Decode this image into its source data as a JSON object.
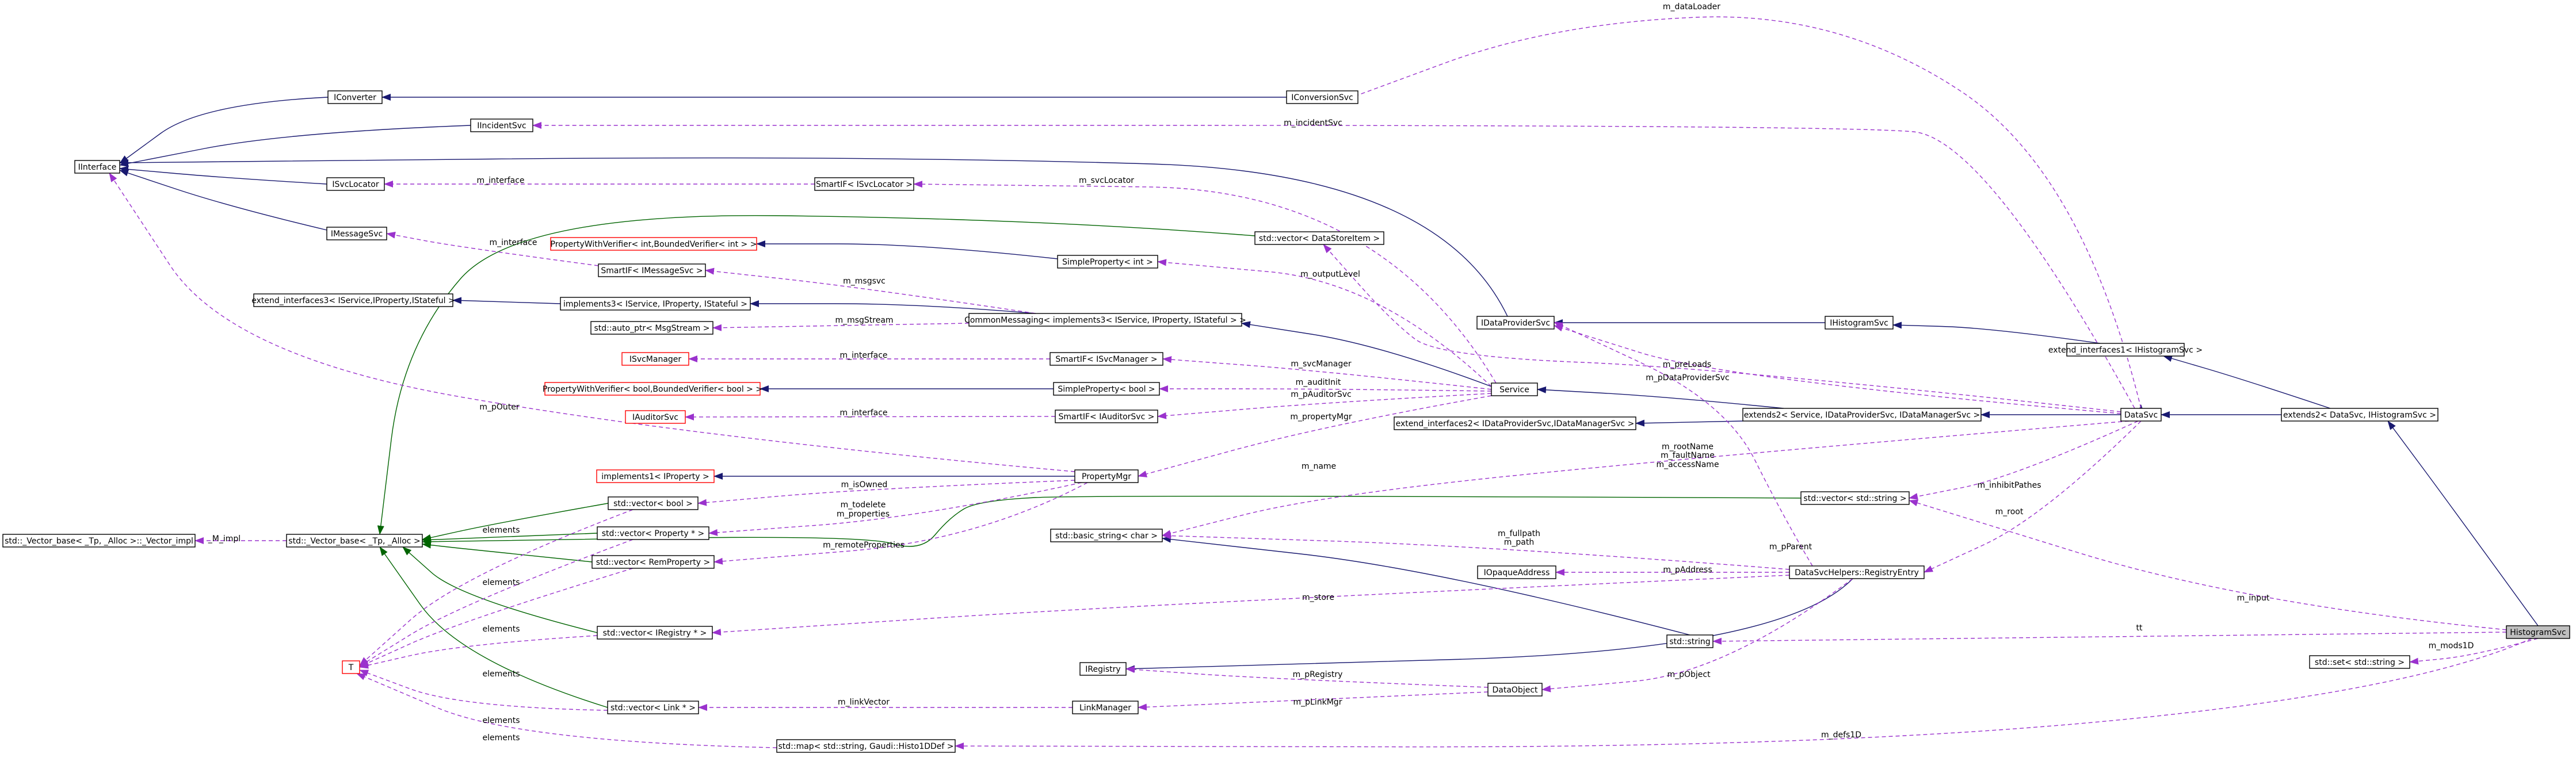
{
  "colors": {
    "node_border": "#000000",
    "node_border_undocumented": "#ff0000",
    "node_fill": "#ffffff",
    "focus_fill": "#bfbfbf",
    "inheritance": "#191970",
    "template": "#006400",
    "usage": "#9a32cd",
    "text": "#000000"
  },
  "nodes": [
    {
      "id": "histogramsvc",
      "label": "HistogramSvc",
      "focus": true
    },
    {
      "id": "extends2",
      "label": "extends2< DataSvc, IHistogramSvc >"
    },
    {
      "id": "datasvc",
      "label": "DataSvc"
    },
    {
      "id": "extend_interfaces1",
      "label": "extend_interfaces1< IHistogramSvc >"
    },
    {
      "id": "ihistogramsvc",
      "label": "IHistogramSvc"
    },
    {
      "id": "idataprovidersvc",
      "label": "IDataProviderSvc"
    },
    {
      "id": "extends2svc",
      "label": "extends2< Service, IDataProviderSvc, IDataManagerSvc >"
    },
    {
      "id": "extend_interfaces2",
      "label": "extend_interfaces2< IDataProviderSvc,IDataManagerSvc >"
    },
    {
      "id": "service",
      "label": "Service"
    },
    {
      "id": "commonmessaging",
      "label": "CommonMessaging< implements3< IService, IProperty, IStateful > >"
    },
    {
      "id": "implements3",
      "label": "implements3< IService, IProperty, IStateful >"
    },
    {
      "id": "extend_interfaces3",
      "label": "extend_interfaces3< IService,IProperty,IStateful >"
    },
    {
      "id": "iinterface",
      "label": "IInterface"
    },
    {
      "id": "iconverter",
      "label": "IConverter"
    },
    {
      "id": "iincidentsvc",
      "label": "IIncidentSvc"
    },
    {
      "id": "isvclocator",
      "label": "ISvcLocator"
    },
    {
      "id": "imessagesvc",
      "label": "IMessageSvc"
    },
    {
      "id": "iconversionsvc",
      "label": "IConversionSvc"
    },
    {
      "id": "smartif_isvclocator",
      "label": "SmartIF< ISvcLocator >"
    },
    {
      "id": "vector_datastoreitem",
      "label": "std::vector< DataStoreItem >"
    },
    {
      "id": "propertywithverifier_int",
      "label": "PropertyWithVerifier< int,BoundedVerifier< int > >",
      "undocumented": true
    },
    {
      "id": "simpleproperty_int",
      "label": "SimpleProperty< int >"
    },
    {
      "id": "smartif_imessagesvc",
      "label": "SmartIF< IMessageSvc >"
    },
    {
      "id": "auto_ptr",
      "label": "std::auto_ptr< MsgStream >"
    },
    {
      "id": "isvcmanager",
      "label": "ISvcManager",
      "undocumented": true
    },
    {
      "id": "smartif_isvcmanager",
      "label": "SmartIF< ISvcManager >"
    },
    {
      "id": "propertywithverifier_bool",
      "label": "PropertyWithVerifier< bool,BoundedVerifier< bool > >",
      "undocumented": true
    },
    {
      "id": "simpleproperty_bool",
      "label": "SimpleProperty< bool >"
    },
    {
      "id": "iauditorsvc",
      "label": "IAuditorSvc",
      "undocumented": true
    },
    {
      "id": "smartif_iauditorsvc",
      "label": "SmartIF< IAuditorSvc >"
    },
    {
      "id": "implements1",
      "label": "implements1< IProperty >",
      "undocumented": true
    },
    {
      "id": "propertymgr",
      "label": "PropertyMgr"
    },
    {
      "id": "vector_bool",
      "label": "std::vector< bool >"
    },
    {
      "id": "vector_property",
      "label": "std::vector< Property * >"
    },
    {
      "id": "vector_remproperty",
      "label": "std::vector< RemProperty >"
    },
    {
      "id": "vector_base",
      "label": "std::_Vector_base< _Tp, _Alloc >"
    },
    {
      "id": "vector_base_impl",
      "label": "std::_Vector_base< _Tp, _Alloc >::_Vector_impl"
    },
    {
      "id": "vector_iregistry",
      "label": "std::vector< IRegistry * >"
    },
    {
      "id": "t_param",
      "label": "T",
      "undocumented": true
    },
    {
      "id": "vector_link",
      "label": "std::vector< Link * >"
    },
    {
      "id": "map_hists",
      "label": "std::map< std::string, Gaudi::Histo1DDef >"
    },
    {
      "id": "basic_string",
      "label": "std::basic_string< char >"
    },
    {
      "id": "vector_string",
      "label": "std::vector< std::string >"
    },
    {
      "id": "iopaqueaddress",
      "label": "IOpaqueAddress"
    },
    {
      "id": "registryentry",
      "label": "DataSvcHelpers::RegistryEntry"
    },
    {
      "id": "string",
      "label": "std::string"
    },
    {
      "id": "iregistry",
      "label": "IRegistry"
    },
    {
      "id": "dataobject",
      "label": "DataObject"
    },
    {
      "id": "linkmanager",
      "label": "LinkManager"
    },
    {
      "id": "set_string",
      "label": "std::set< std::string >"
    }
  ],
  "edge_labels": [
    {
      "id": "dataloader",
      "text": "m_dataLoader"
    },
    {
      "id": "incidentsvc",
      "text": "m_incidentSvc"
    },
    {
      "id": "interface1",
      "text": "m_interface"
    },
    {
      "id": "svclocator",
      "text": "m_svcLocator"
    },
    {
      "id": "interface2",
      "text": "m_interface"
    },
    {
      "id": "msgsvc",
      "text": "m_msgsvc"
    },
    {
      "id": "outputlevel",
      "text": "m_outputLevel"
    },
    {
      "id": "msgstream",
      "text": "m_msgStream"
    },
    {
      "id": "interface3",
      "text": "m_interface"
    },
    {
      "id": "svcmanager",
      "text": "m_svcManager"
    },
    {
      "id": "preloads",
      "text": "m_preLoads"
    },
    {
      "id": "pdataprovidersvc",
      "text": "m_pDataProviderSvc"
    },
    {
      "id": "auditinit",
      "text": "m_auditInit"
    },
    {
      "id": "pauditorsvc",
      "text": "m_pAuditorSvc"
    },
    {
      "id": "interface4",
      "text": "m_interface"
    },
    {
      "id": "propertymgr",
      "text": "m_propertyMgr"
    },
    {
      "id": "pouter",
      "text": "m_pOuter"
    },
    {
      "id": "rootname",
      "text": "m_rootName"
    },
    {
      "id": "faultname",
      "text": "m_faultName"
    },
    {
      "id": "accessname",
      "text": "m_accessName"
    },
    {
      "id": "name",
      "text": "m_name"
    },
    {
      "id": "isowned",
      "text": "m_isOwned"
    },
    {
      "id": "inhibitpathes",
      "text": "m_inhibitPathes"
    },
    {
      "id": "impl",
      "text": "_M_impl"
    },
    {
      "id": "todelete",
      "text": "m_todelete"
    },
    {
      "id": "properties",
      "text": "m_properties"
    },
    {
      "id": "elements1",
      "text": "elements"
    },
    {
      "id": "remoteproperties",
      "text": "m_remoteProperties"
    },
    {
      "id": "root",
      "text": "m_root"
    },
    {
      "id": "fullpath",
      "text": "m_fullpath"
    },
    {
      "id": "path",
      "text": "m_path"
    },
    {
      "id": "pparent",
      "text": "m_pParent"
    },
    {
      "id": "elements2",
      "text": "elements"
    },
    {
      "id": "paddress",
      "text": "m_pAddress"
    },
    {
      "id": "input",
      "text": "m_input"
    },
    {
      "id": "store",
      "text": "m_store"
    },
    {
      "id": "tt",
      "text": "tt"
    },
    {
      "id": "elements3",
      "text": "elements"
    },
    {
      "id": "mods1d",
      "text": "m_mods1D"
    },
    {
      "id": "elements4",
      "text": "elements"
    },
    {
      "id": "pregistry",
      "text": "m_pRegistry"
    },
    {
      "id": "pobject",
      "text": "m_pObject"
    },
    {
      "id": "linkvector",
      "text": "m_linkVector"
    },
    {
      "id": "plinkmgr",
      "text": "m_pLinkMgr"
    },
    {
      "id": "elements5",
      "text": "elements"
    },
    {
      "id": "elements6",
      "text": "elements"
    },
    {
      "id": "defs1d",
      "text": "m_defs1D"
    }
  ]
}
